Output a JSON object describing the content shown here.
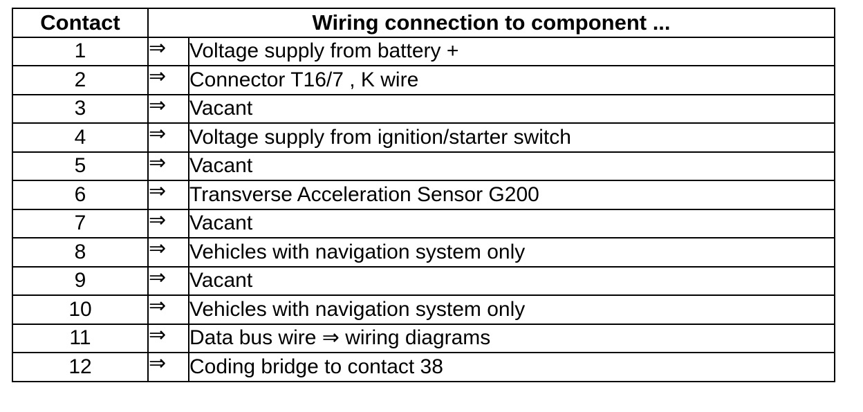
{
  "headers": {
    "contact": "Contact",
    "wiring": "Wiring connection to component ..."
  },
  "arrow_symbol": "⇒",
  "rows": [
    {
      "contact": "1",
      "description": "Voltage supply from battery +"
    },
    {
      "contact": "2",
      "description": "Connector T16/7 , K wire"
    },
    {
      "contact": "3",
      "description": "Vacant"
    },
    {
      "contact": "4",
      "description": "Voltage supply from ignition/starter switch"
    },
    {
      "contact": "5",
      "description": "Vacant"
    },
    {
      "contact": "6",
      "description": "Transverse Acceleration Sensor G200"
    },
    {
      "contact": "7",
      "description": "Vacant"
    },
    {
      "contact": "8",
      "description": "Vehicles with navigation system only"
    },
    {
      "contact": "9",
      "description": "Vacant"
    },
    {
      "contact": "10",
      "description": "Vehicles with navigation system only"
    },
    {
      "contact": "11",
      "description": "Data bus wire ⇒ wiring diagrams"
    },
    {
      "contact": "12",
      "description": "Coding bridge to contact 38"
    }
  ]
}
